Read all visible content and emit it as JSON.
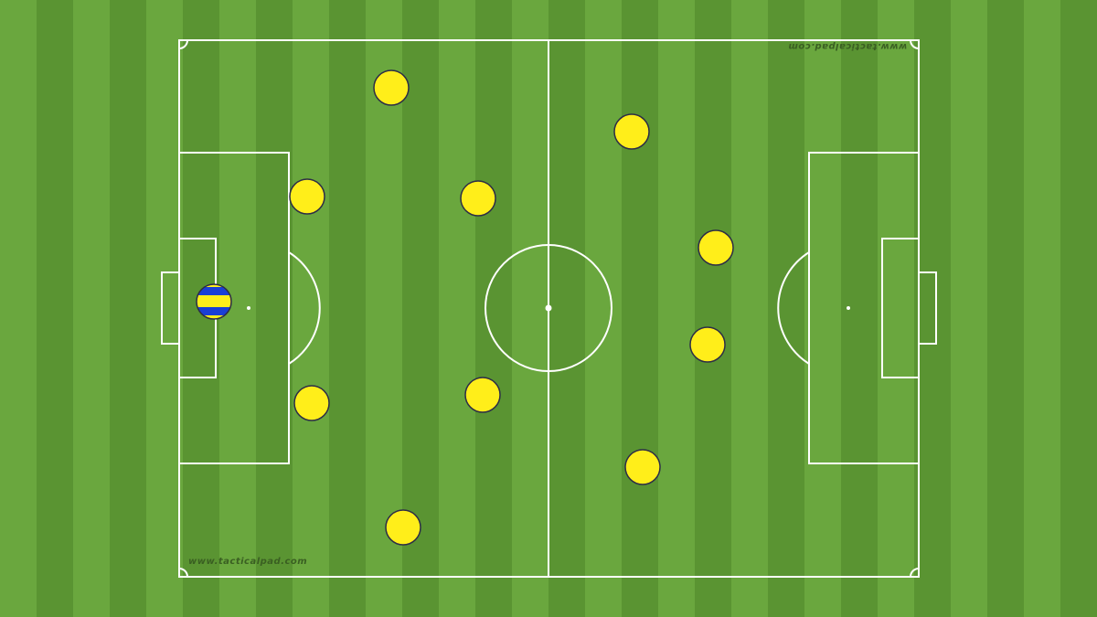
{
  "watermarks": {
    "bottom_left": "www.tacticalpad.com",
    "top_right": "www.tacticalpad.com"
  },
  "colors": {
    "grass_light": "#6aa73e",
    "grass_dark": "#5a9432",
    "lines": "#ffffff",
    "player_fill": "#ffee1a",
    "player_outline": "#2d2d46",
    "goalkeeper_yellow": "#ffee1a",
    "goalkeeper_blue": "#1a3fd6"
  },
  "formation": {
    "team": "single",
    "outfield_players": 10,
    "goalkeepers": 1
  }
}
